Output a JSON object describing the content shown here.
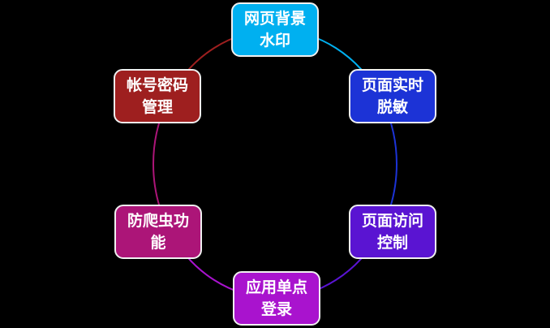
{
  "diagram": {
    "type": "cycle",
    "background": "#000000",
    "text_color": "#FFFFFF",
    "node_border_color": "#F0F0F0",
    "nodes": [
      {
        "id": "web-watermark",
        "line1": "网页背景",
        "line2": "水印",
        "color": "#00B0F0"
      },
      {
        "id": "realtime-masking",
        "line1": "页面实时",
        "line2": "脱敏",
        "color": "#1C33D6"
      },
      {
        "id": "access-control",
        "line1": "页面访问",
        "line2": "控制",
        "color": "#5A14D2"
      },
      {
        "id": "single-sign-on",
        "line1": "应用单点",
        "line2": "登录",
        "color": "#A913CE"
      },
      {
        "id": "anti-crawler",
        "line1": "防爬虫功",
        "line2": "能",
        "color": "#AC1578"
      },
      {
        "id": "account-password",
        "line1": "帐号密码",
        "line2": "管理",
        "color": "#9E1F1F"
      }
    ],
    "arcs": [
      {
        "from": "web-watermark",
        "to": "realtime-masking",
        "color": "#00B0F0"
      },
      {
        "from": "realtime-masking",
        "to": "access-control",
        "color": "#1C33D6"
      },
      {
        "from": "access-control",
        "to": "single-sign-on",
        "color": "#5A14D2"
      },
      {
        "from": "single-sign-on",
        "to": "anti-crawler",
        "color": "#A913CE"
      },
      {
        "from": "anti-crawler",
        "to": "account-password",
        "color": "#AC1578"
      },
      {
        "from": "account-password",
        "to": "web-watermark",
        "color": "#9E1F1F"
      }
    ]
  }
}
